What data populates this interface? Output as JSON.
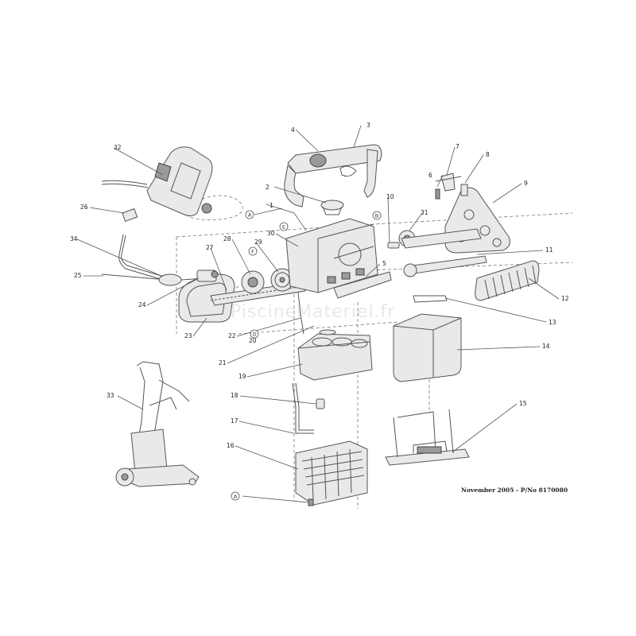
{
  "footer_note": "November 2005 - P/No 8170080",
  "watermark": "PiscineMateriel.fr",
  "part_numbers": [
    "1",
    "2",
    "3",
    "4",
    "5",
    "6",
    "7",
    "8",
    "9",
    "10",
    "11",
    "12",
    "13",
    "14",
    "15",
    "16",
    "17",
    "18",
    "19",
    "20",
    "21",
    "22",
    "23",
    "24",
    "25",
    "26",
    "27",
    "28",
    "29",
    "30",
    "31",
    "32",
    "33",
    "34"
  ],
  "reference_letters": {
    "A": "A",
    "B": "B",
    "D": "D",
    "E": "E",
    "F": "F"
  }
}
